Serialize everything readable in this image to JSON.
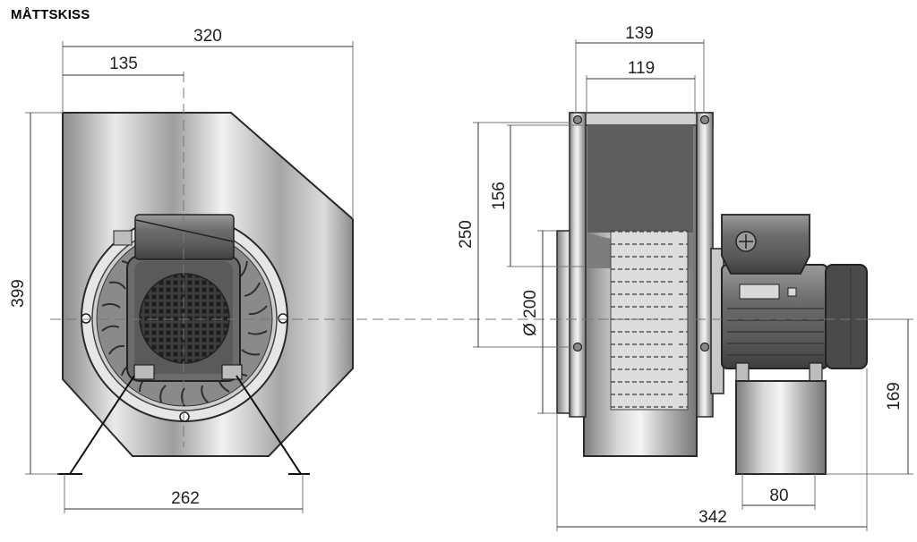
{
  "title": "MÅTTSKISS",
  "dims": {
    "front_width": "320",
    "front_center_offset": "135",
    "front_height": "399",
    "front_feet": "262",
    "side_width_outer": "139",
    "side_width_inner": "119",
    "side_height_250": "250",
    "side_height_156": "156",
    "side_diameter": "Ø 200",
    "side_total_depth": "342",
    "side_feet": "80",
    "side_axis_height": "169"
  },
  "colors": {
    "steel_light": "#e8e8e8",
    "steel_mid": "#b9b9b9",
    "steel_dark": "#6f6f6f",
    "outline": "#2a2a2a"
  }
}
